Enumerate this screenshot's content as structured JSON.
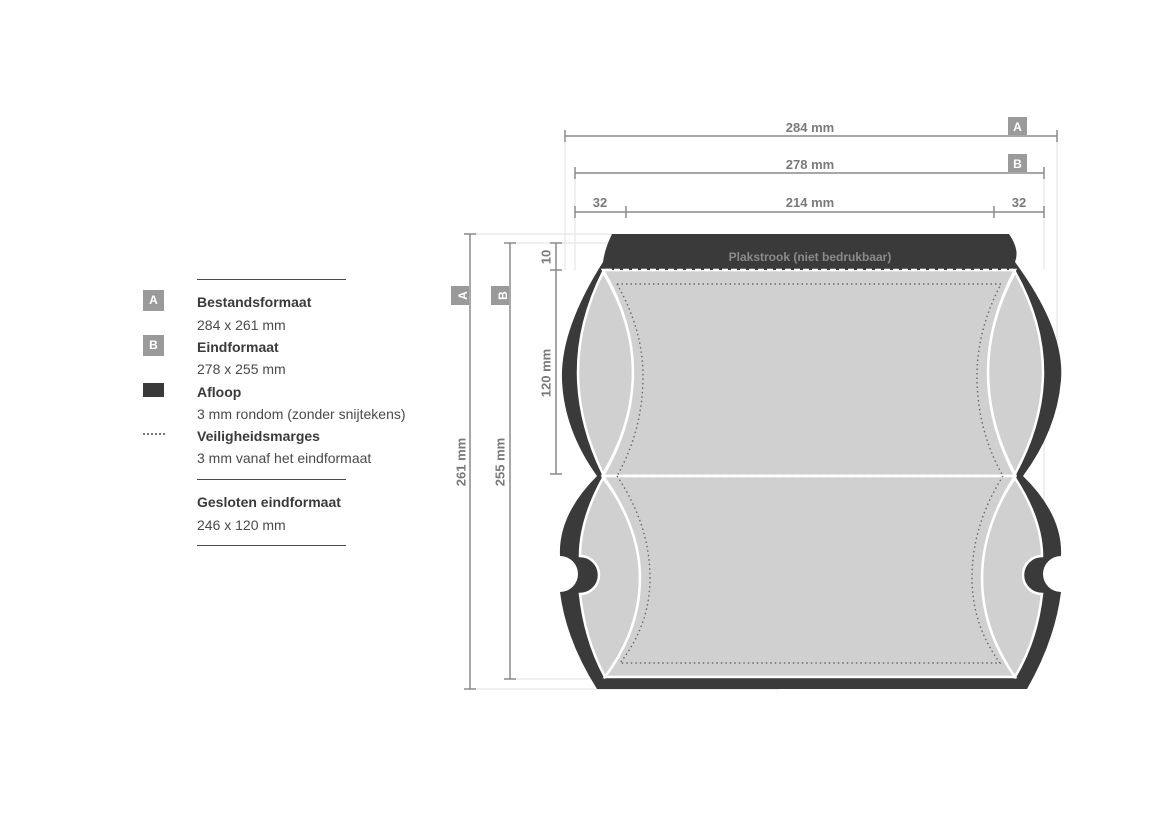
{
  "legend": {
    "items": [
      {
        "badge": "A",
        "title": "Bestandsformaat",
        "sub": "284 x 261 mm"
      },
      {
        "badge": "B",
        "title": "Eindformaat",
        "sub": "278 x 255 mm"
      },
      {
        "title": "Afloop",
        "sub": "3 mm rondom (zonder snijtekens)"
      },
      {
        "title": "Veiligheidsmarges",
        "sub": "3 mm vanaf het eindformaat"
      }
    ],
    "closed": {
      "title": "Gesloten eindformaat",
      "sub": "246 x 120 mm"
    }
  },
  "dimensions": {
    "top_a": {
      "label": "284 mm",
      "badge": "A"
    },
    "top_b": {
      "label": "278 mm",
      "badge": "B"
    },
    "left_flap": "32",
    "center": "214 mm",
    "right_flap": "32",
    "height_a": {
      "label": "261 mm",
      "badge": "A"
    },
    "height_b": {
      "label": "255 mm",
      "badge": "B"
    },
    "strip_height": "10",
    "panel_height": "120 mm"
  },
  "labels": {
    "glue_strip": "Plakstrook (niet bedrukbaar)"
  },
  "colors": {
    "bleed": "#3a3a3a",
    "panel": "#cccccc",
    "dim_line": "#8a8a8a",
    "badge": "#9a9a9a"
  }
}
